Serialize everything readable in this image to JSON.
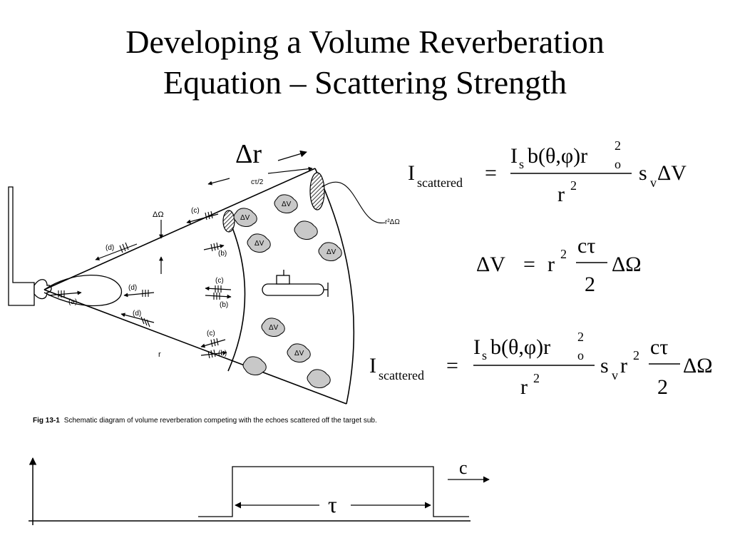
{
  "title": {
    "line1": "Developing a Volume Reverberation",
    "line2": "Equation – Scattering Strength"
  },
  "figure": {
    "delta_r": "Δr",
    "c_tau_over_2": "cτ/2",
    "r2_delta_omega": "r²ΔΩ",
    "delta_omega": "ΔΩ",
    "range": "r",
    "delta_v": "ΔV",
    "path_a": "(a)",
    "path_b": "(b)",
    "path_c": "(c)",
    "path_d": "(d)",
    "caption_label": "Fig 13-1",
    "caption_text": "Schematic diagram of volume reverberation competing with the echoes scattered off the target sub."
  },
  "equations": {
    "I": "I",
    "scattered": "scattered",
    "s": "s",
    "b_theta_phi": "b(θ,φ)r",
    "o": "o",
    "two": "2",
    "r": "r",
    "sv": "s",
    "v": "v",
    "delta_v": "ΔV",
    "equals": "=",
    "c_tau": "cτ",
    "delta_omega": "ΔΩ"
  },
  "pulse": {
    "c": "c",
    "tau": "τ"
  }
}
